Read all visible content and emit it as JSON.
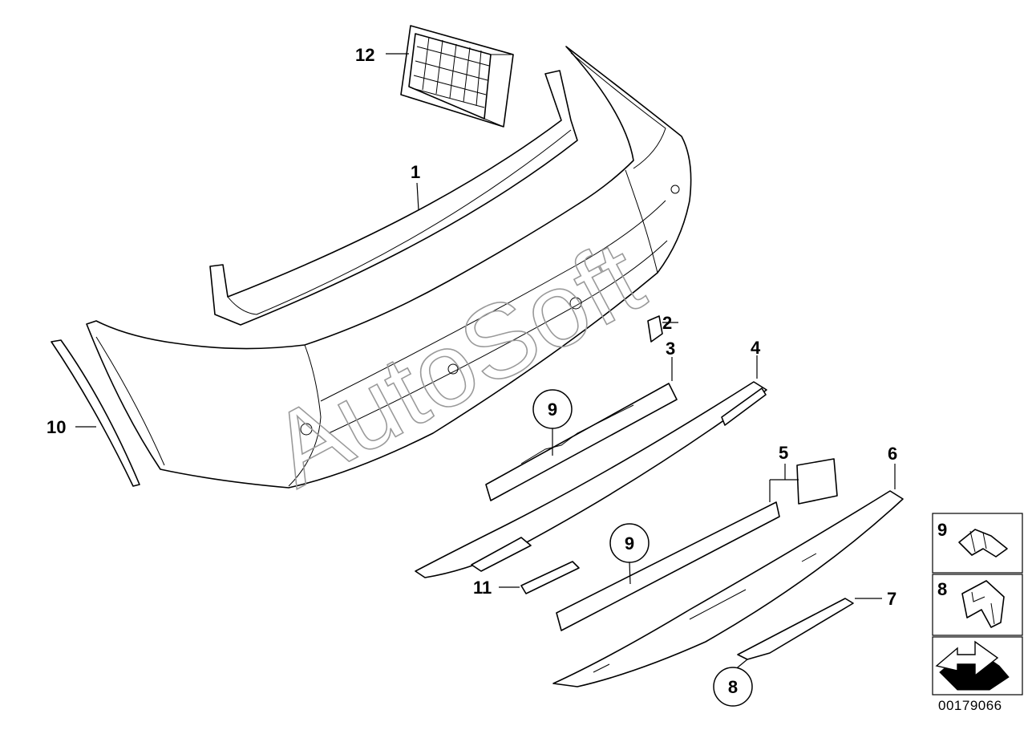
{
  "watermark": "AutoSoft",
  "drawing_number": "00179066",
  "callouts": {
    "c1": "1",
    "c2": "2",
    "c3": "3",
    "c4": "4",
    "c5": "5",
    "c6": "6",
    "c7": "7",
    "c8_circle": "8",
    "c9_circle_top": "9",
    "c9_circle_mid": "9",
    "c10": "10",
    "c11": "11",
    "c12": "12"
  },
  "legend": {
    "row1_label": "9",
    "row2_label": "8"
  }
}
